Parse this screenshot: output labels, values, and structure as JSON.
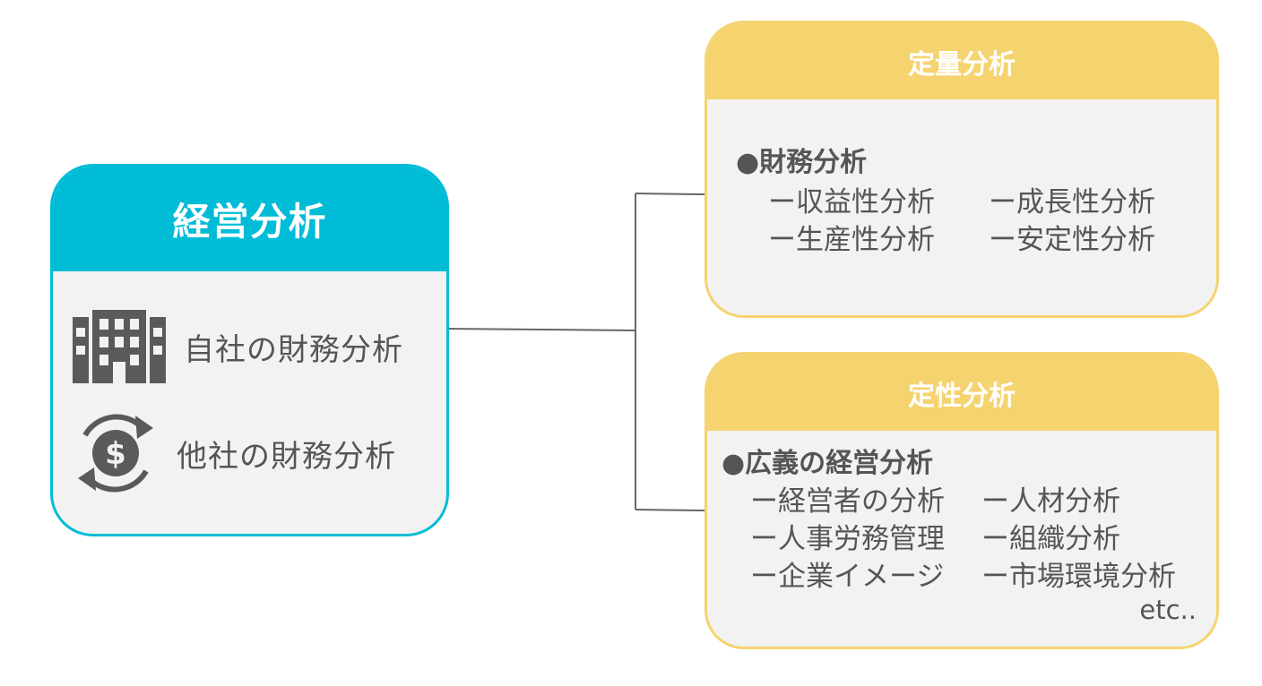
{
  "main": {
    "title": "経営分析",
    "items": [
      {
        "label": "自社の財務分析",
        "icon": "building-icon"
      },
      {
        "label": "他社の財務分析",
        "icon": "dollar-exchange-icon"
      }
    ]
  },
  "quantitative": {
    "title": "定量分析",
    "section": "●財務分析",
    "items": [
      "ー収益性分析",
      "ー成長性分析",
      "ー生産性分析",
      "ー安定性分析"
    ]
  },
  "qualitative": {
    "title": "定性分析",
    "section": "●広義の経営分析",
    "items": [
      "ー経営者の分析",
      "ー人材分析",
      "ー人事労務管理",
      "ー組織分析",
      "ー企業イメージ",
      "ー市場環境分析"
    ],
    "etc": "etc.."
  },
  "colors": {
    "main_accent": "#00bcd6",
    "sub_accent": "#f5d36f",
    "box_fill": "#f2f2f2",
    "text": "#555555"
  }
}
